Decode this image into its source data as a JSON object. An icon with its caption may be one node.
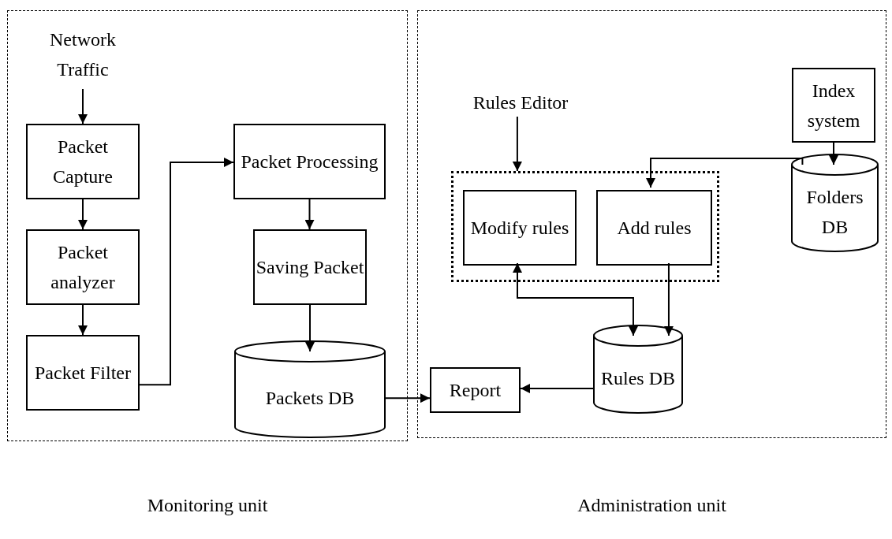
{
  "diagram": {
    "nodes": [
      {
        "text": [
          "Monitoring unit"
        ]
      },
      {
        "text": [
          "Administration unit"
        ]
      },
      {
        "text": [
          "Network Traffic"
        ],
        "in": 0
      },
      {
        "text": [
          "Packet Capture"
        ],
        "in": 0
      },
      {
        "text": [
          "Packet analyzer"
        ],
        "in": 0
      },
      {
        "text": [
          "Packet Filter"
        ],
        "in": 0
      },
      {
        "text": [
          "Packet Processing"
        ],
        "in": 0
      },
      {
        "text": [
          "Saving Packet"
        ],
        "in": 0
      },
      {
        "text": [
          "Packets DB"
        ],
        "in": 0
      },
      {
        "text": [
          "Rules Editor"
        ],
        "in": 1
      },
      {
        "text": [],
        "shape": "box",
        "in": 1
      },
      {
        "text": [
          "Modify rules"
        ],
        "in": 10
      },
      {
        "text": [
          "Add rules"
        ],
        "in": 10
      },
      {
        "text": [
          "Index system"
        ],
        "in": 1
      },
      {
        "text": [
          "Folders DB"
        ],
        "in": 1
      },
      {
        "text": [
          "Rules DB"
        ],
        "in": 1
      },
      {
        "text": [
          "Report"
        ],
        "in": 1
      }
    ],
    "edges": [
      {
        "from": 2,
        "to": 3,
        "arrow": "to"
      },
      {
        "from": 3,
        "to": 4,
        "arrow": "to"
      },
      {
        "from": 4,
        "to": 5,
        "arrow": "to"
      },
      {
        "from": 5,
        "to": 6,
        "arrow": "to"
      },
      {
        "from": 6,
        "to": 7,
        "arrow": "to"
      },
      {
        "from": 7,
        "to": 8,
        "arrow": "to"
      },
      {
        "from": 8,
        "to": 16,
        "arrow": "to"
      },
      {
        "from": 9,
        "to": 10,
        "arrow": "to"
      },
      {
        "from": 14,
        "to": 12,
        "arrow": "to"
      },
      {
        "from": 13,
        "to": 14,
        "arrow": "to"
      },
      {
        "from": 11,
        "to": 15,
        "arrow": "both"
      },
      {
        "from": 12,
        "to": 15,
        "arrow": "to"
      },
      {
        "from": 15,
        "to": 16,
        "arrow": "to"
      }
    ]
  }
}
